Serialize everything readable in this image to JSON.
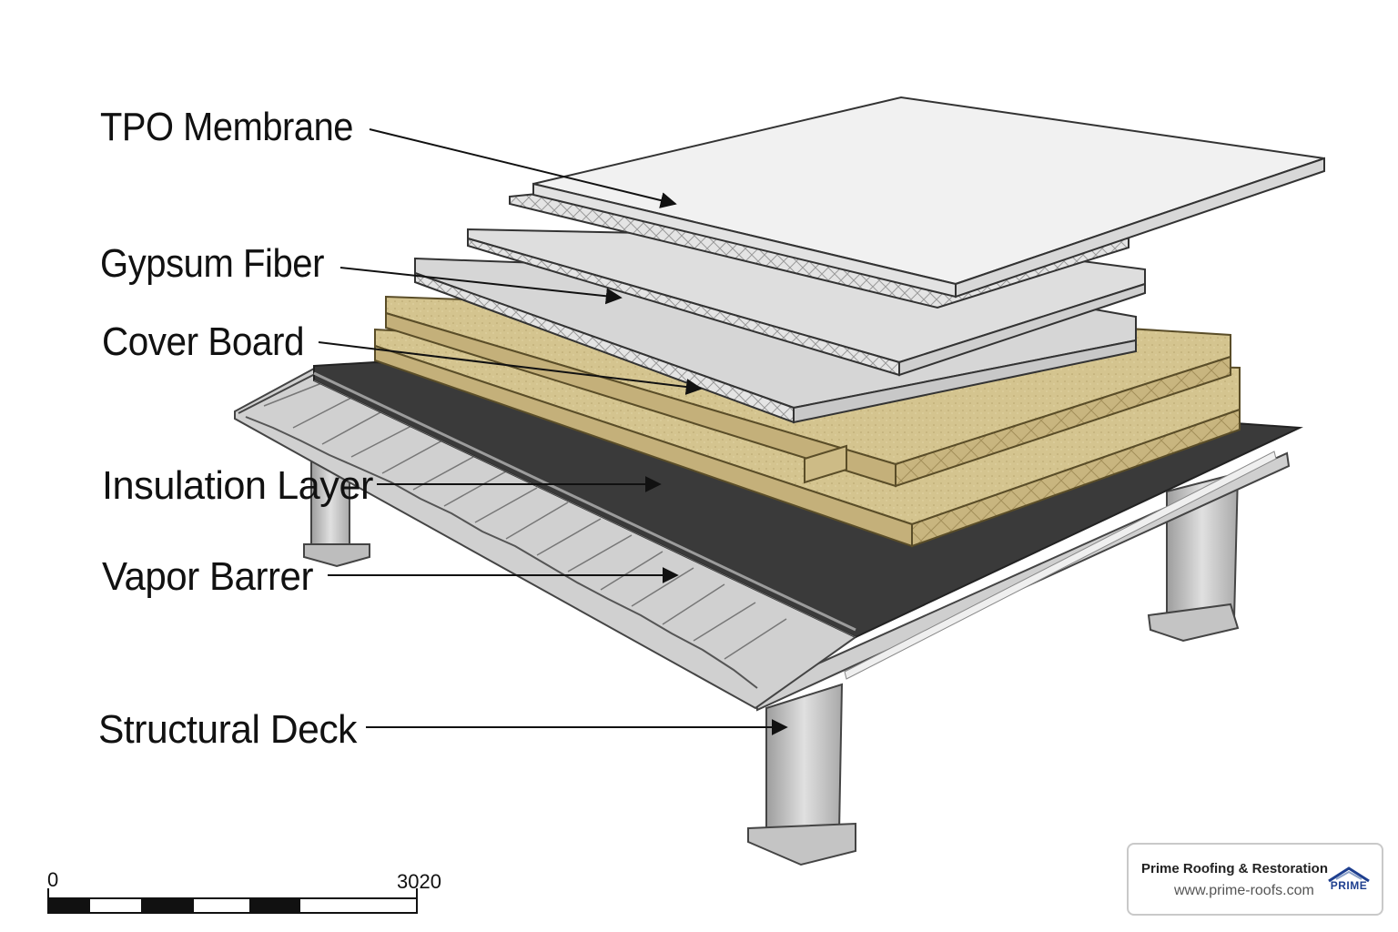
{
  "labels": {
    "tpo_membrane": "TPO Membrane",
    "gypsum_fiber": "Gypsum Fiber",
    "cover_board": "Cover Board",
    "insulation_layer": "Insulation Layer",
    "vapor_barrier": "Vapor Barrer",
    "structural_deck": "Structural Deck"
  },
  "scale_bar": {
    "start": "0",
    "end": "3020"
  },
  "branding": {
    "company": "Prime Roofing & Restoration",
    "website": "www.prime-roofs.com",
    "logo_text": "PRIME"
  },
  "colors": {
    "membrane": "#efefef",
    "board": "#dcdcdc",
    "insulation": "#cdbb86",
    "vapor_barrier": "#3a3a3a",
    "steel": "#c4c4c4",
    "brand_blue": "#1e3f8f"
  }
}
